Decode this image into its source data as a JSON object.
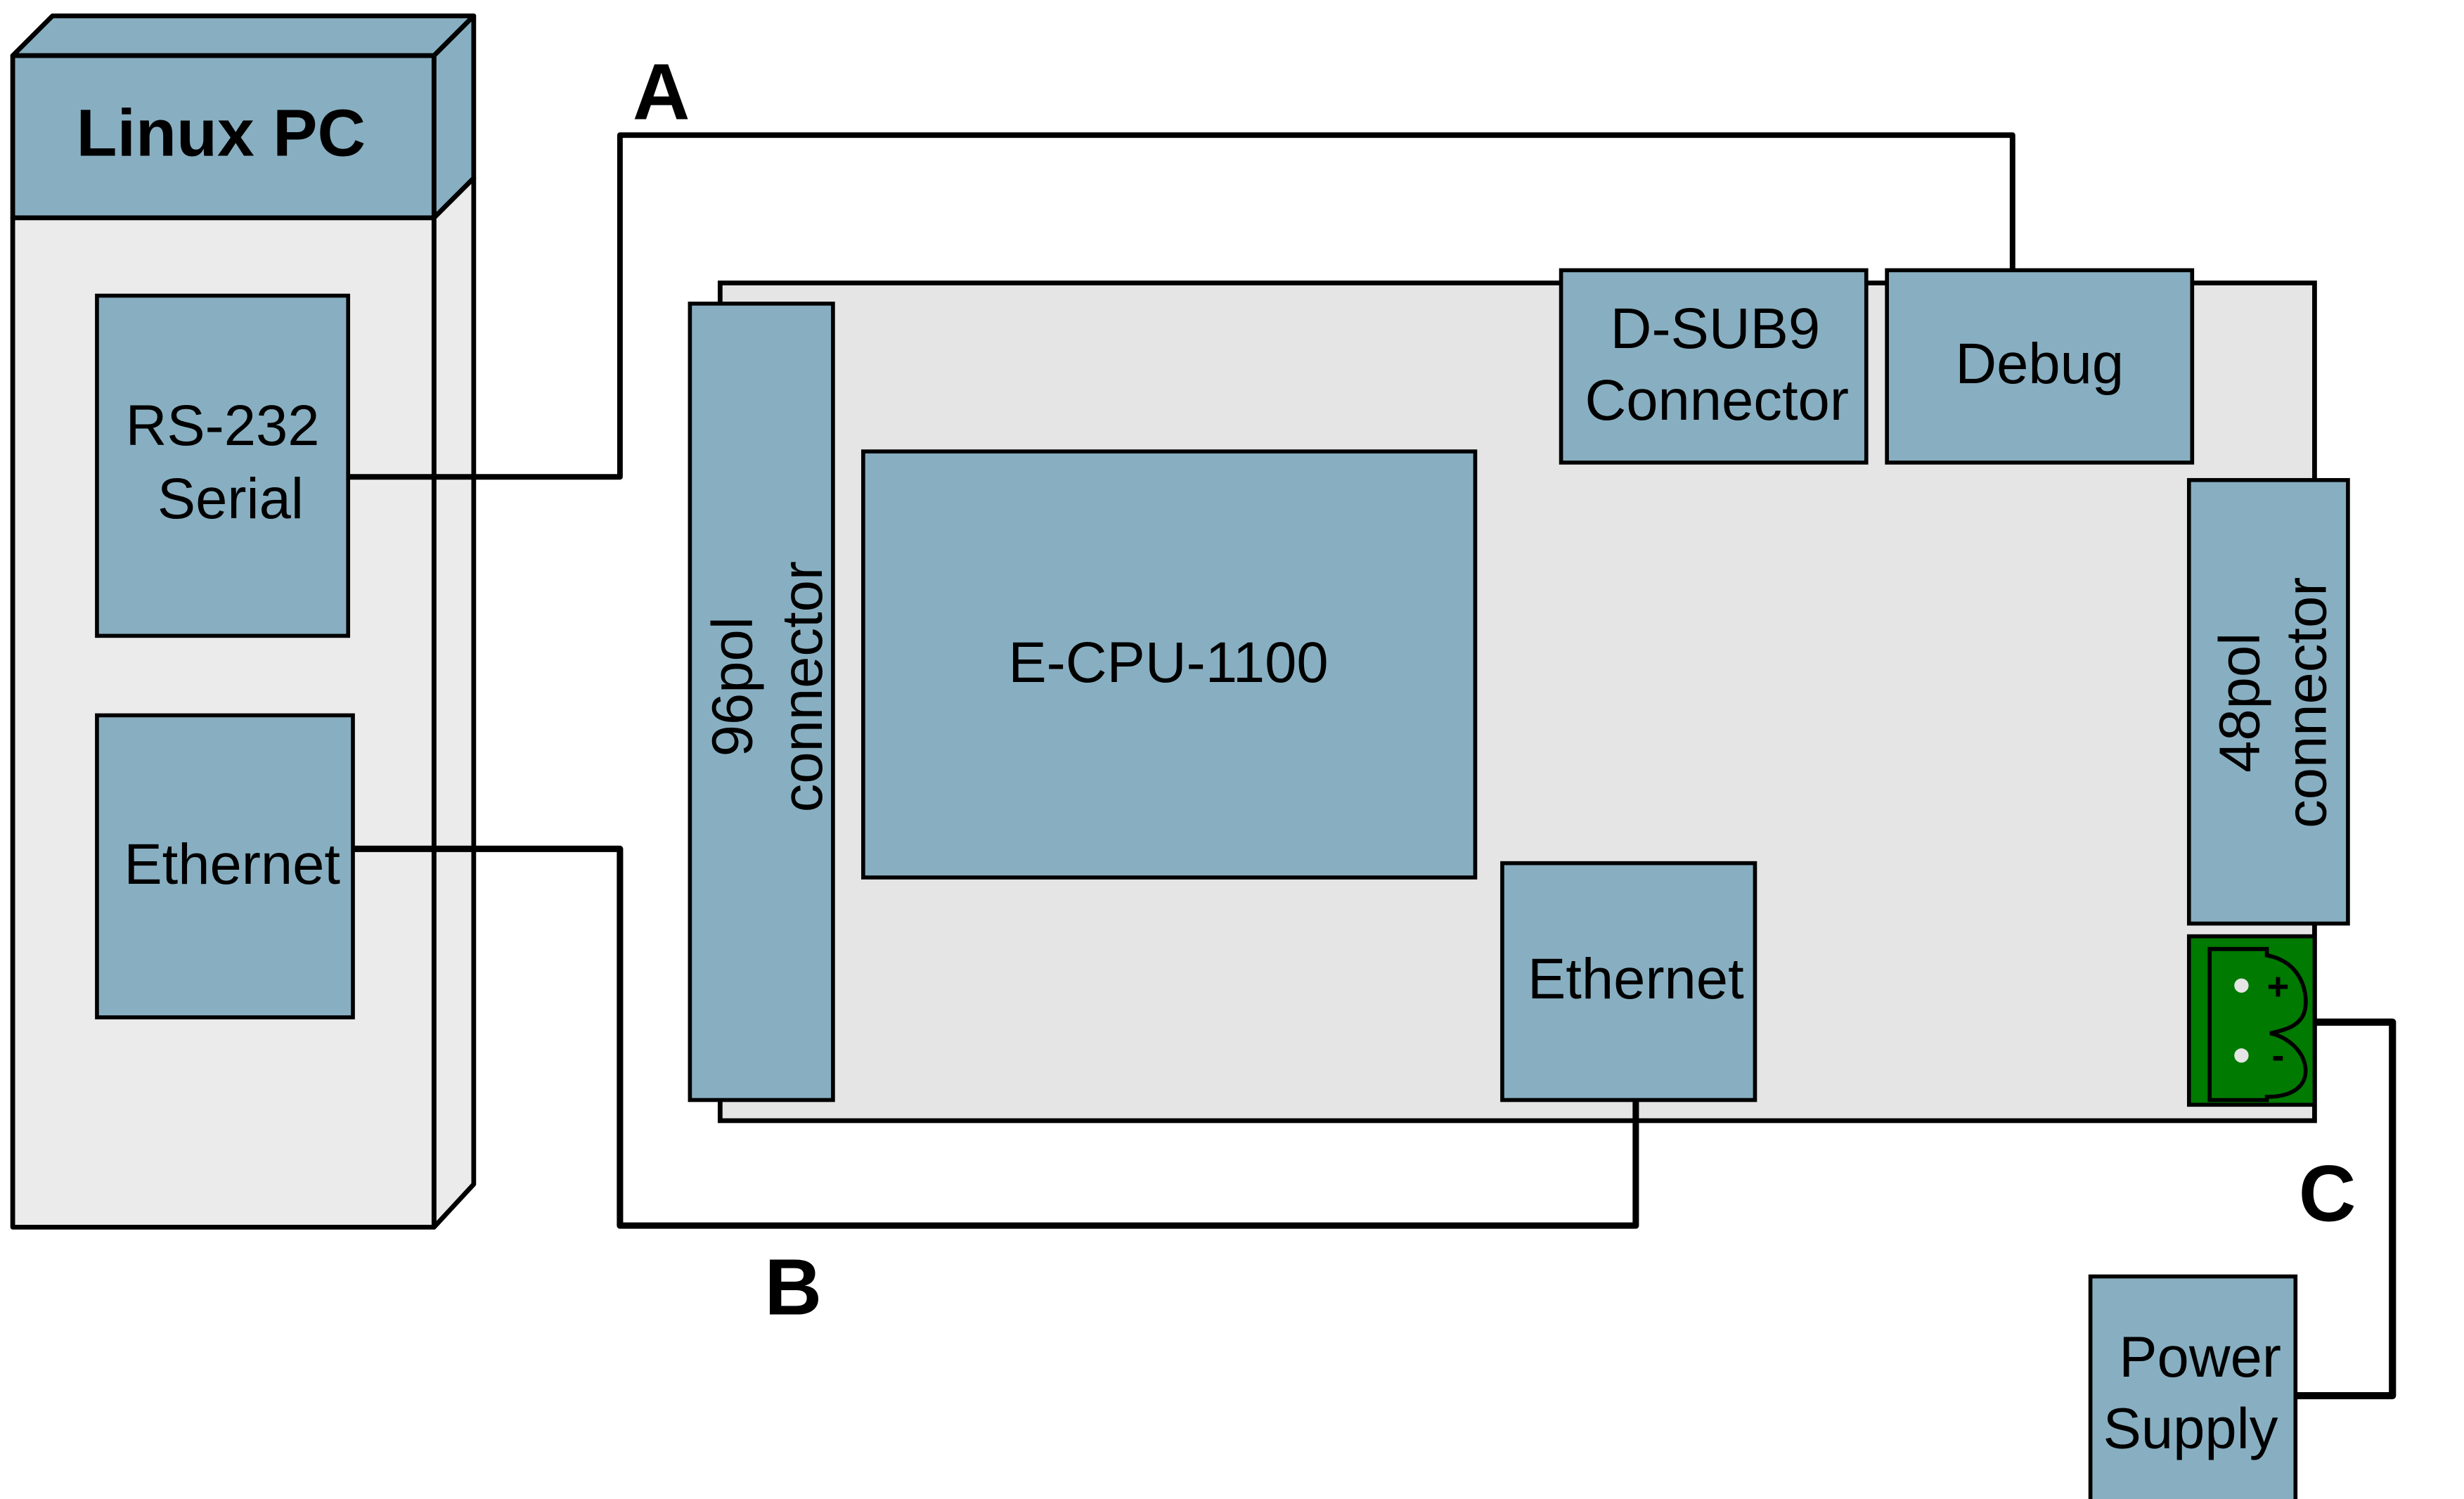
{
  "diagram": {
    "title": "Linux PC to E-CPU-1100 connection setup",
    "colors": {
      "component_fill": "#88afc1",
      "board_fill": "#e5e5e5",
      "pc_body_fill": "#ebebeb",
      "power_connector_fill": "#007a00",
      "line_color": "#000000"
    },
    "pc": {
      "title": "Linux PC",
      "ports": [
        {
          "id": "rs232",
          "lines": [
            "RS-232",
            "Serial"
          ]
        },
        {
          "id": "ethernet",
          "lines": [
            "Ethernet"
          ]
        }
      ]
    },
    "board": {
      "cpu": "E-CPU-1100",
      "connector_96": [
        "96pol",
        "connector"
      ],
      "connector_48": [
        "48pol",
        "connector"
      ],
      "dsub9": [
        "D-SUB9",
        "Connector"
      ],
      "debug": "Debug",
      "ethernet": "Ethernet",
      "power_terminal": {
        "plus": "+",
        "minus": "-"
      }
    },
    "power_supply": [
      "Power",
      "Supply"
    ],
    "connections": [
      {
        "label": "A",
        "from": "RS-232 Serial",
        "to": "Debug"
      },
      {
        "label": "B",
        "from": "Ethernet (PC)",
        "to": "Ethernet (board)"
      },
      {
        "label": "C",
        "from": "Power terminal",
        "to": "Power Supply"
      }
    ]
  }
}
